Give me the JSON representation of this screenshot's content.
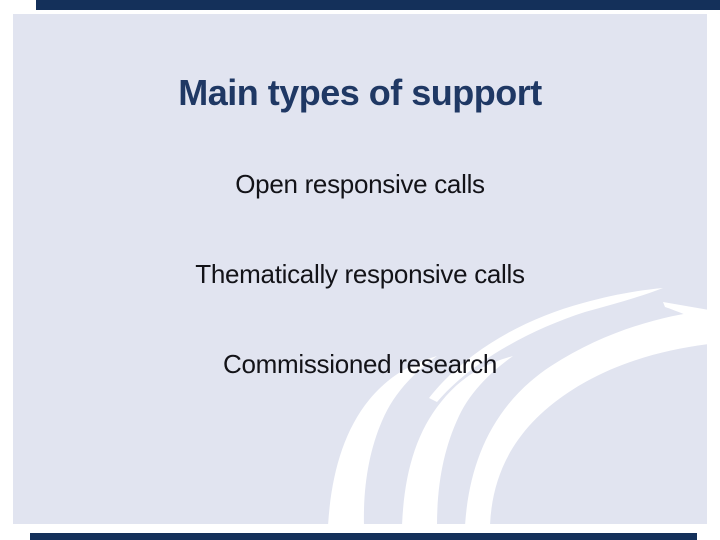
{
  "slide": {
    "title": "Main types of support",
    "items": [
      "Open responsive calls",
      "Thematically responsive calls",
      "Commissioned research"
    ]
  },
  "colors": {
    "page_background": "#FFFFFF",
    "slide_background": "#E1E4F0",
    "title_text": "#1F3864",
    "body_text": "#131318",
    "edge_bar": "#14305A",
    "swoosh": "#FFFFFF"
  }
}
